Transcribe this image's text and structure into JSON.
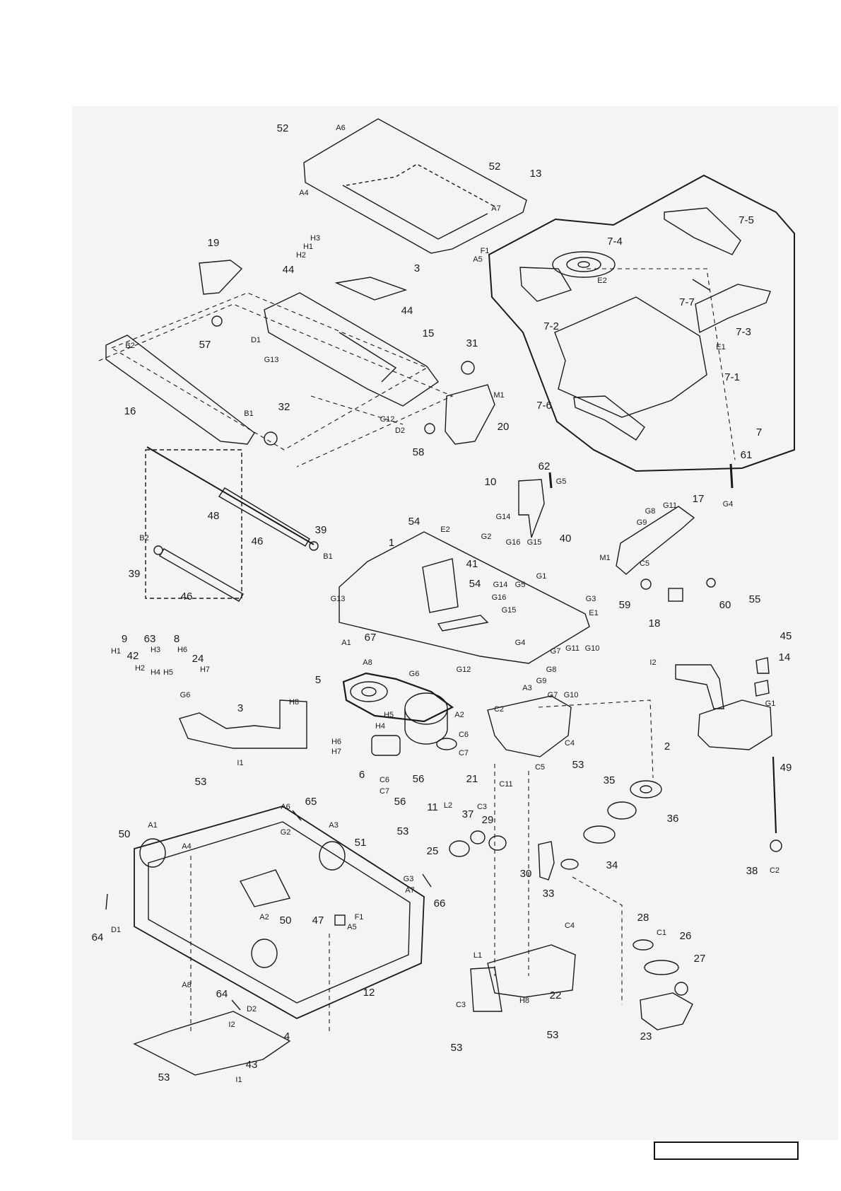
{
  "callouts": [
    {
      "id": "c-52a",
      "label": "52"
    },
    {
      "id": "c-52b",
      "label": "52"
    },
    {
      "id": "c-13",
      "label": "13"
    },
    {
      "id": "c-19",
      "label": "19"
    },
    {
      "id": "c-44a",
      "label": "44"
    },
    {
      "id": "c-44b",
      "label": "44"
    },
    {
      "id": "c-3a",
      "label": "3"
    },
    {
      "id": "c-15",
      "label": "15"
    },
    {
      "id": "c-57",
      "label": "57"
    },
    {
      "id": "c-31",
      "label": "31"
    },
    {
      "id": "c-16",
      "label": "16"
    },
    {
      "id": "c-32",
      "label": "32"
    },
    {
      "id": "c-20",
      "label": "20"
    },
    {
      "id": "c-58",
      "label": "58"
    },
    {
      "id": "c-7-4",
      "label": "7-4"
    },
    {
      "id": "c-7-5",
      "label": "7-5"
    },
    {
      "id": "c-7-7",
      "label": "7-7"
    },
    {
      "id": "c-7-2",
      "label": "7-2"
    },
    {
      "id": "c-7-3",
      "label": "7-3"
    },
    {
      "id": "c-7-1",
      "label": "7-1"
    },
    {
      "id": "c-7-6",
      "label": "7-6"
    },
    {
      "id": "c-7",
      "label": "7"
    },
    {
      "id": "c-61",
      "label": "61"
    },
    {
      "id": "c-62",
      "label": "62"
    },
    {
      "id": "c-10",
      "label": "10"
    },
    {
      "id": "c-48",
      "label": "48"
    },
    {
      "id": "c-46a",
      "label": "46"
    },
    {
      "id": "c-39a",
      "label": "39"
    },
    {
      "id": "c-39b",
      "label": "39"
    },
    {
      "id": "c-46b",
      "label": "46"
    },
    {
      "id": "c-54a",
      "label": "54"
    },
    {
      "id": "c-1",
      "label": "1"
    },
    {
      "id": "c-40",
      "label": "40"
    },
    {
      "id": "c-41",
      "label": "41"
    },
    {
      "id": "c-54b",
      "label": "54"
    },
    {
      "id": "c-17",
      "label": "17"
    },
    {
      "id": "c-59",
      "label": "59"
    },
    {
      "id": "c-18",
      "label": "18"
    },
    {
      "id": "c-60",
      "label": "60"
    },
    {
      "id": "c-55",
      "label": "55"
    },
    {
      "id": "c-45",
      "label": "45"
    },
    {
      "id": "c-14",
      "label": "14"
    },
    {
      "id": "c-9",
      "label": "9"
    },
    {
      "id": "c-63",
      "label": "63"
    },
    {
      "id": "c-8",
      "label": "8"
    },
    {
      "id": "c-42",
      "label": "42"
    },
    {
      "id": "c-24",
      "label": "24"
    },
    {
      "id": "c-67",
      "label": "67"
    },
    {
      "id": "c-3b",
      "label": "3"
    },
    {
      "id": "c-5",
      "label": "5"
    },
    {
      "id": "c-53a",
      "label": "53"
    },
    {
      "id": "c-6",
      "label": "6"
    },
    {
      "id": "c-56a",
      "label": "56"
    },
    {
      "id": "c-56b",
      "label": "56"
    },
    {
      "id": "c-11",
      "label": "11"
    },
    {
      "id": "c-21",
      "label": "21"
    },
    {
      "id": "c-53b",
      "label": "53"
    },
    {
      "id": "c-53c",
      "label": "53"
    },
    {
      "id": "c-2",
      "label": "2"
    },
    {
      "id": "c-49",
      "label": "49"
    },
    {
      "id": "c-35",
      "label": "35"
    },
    {
      "id": "c-36",
      "label": "36"
    },
    {
      "id": "c-37",
      "label": "37"
    },
    {
      "id": "c-29",
      "label": "29"
    },
    {
      "id": "c-25",
      "label": "25"
    },
    {
      "id": "c-30",
      "label": "30"
    },
    {
      "id": "c-34",
      "label": "34"
    },
    {
      "id": "c-33",
      "label": "33"
    },
    {
      "id": "c-38",
      "label": "38"
    },
    {
      "id": "c-65",
      "label": "65"
    },
    {
      "id": "c-50a",
      "label": "50"
    },
    {
      "id": "c-51",
      "label": "51"
    },
    {
      "id": "c-66",
      "label": "66"
    },
    {
      "id": "c-47",
      "label": "47"
    },
    {
      "id": "c-64a",
      "label": "64"
    },
    {
      "id": "c-50b",
      "label": "50"
    },
    {
      "id": "c-12",
      "label": "12"
    },
    {
      "id": "c-64b",
      "label": "64"
    },
    {
      "id": "c-4",
      "label": "4"
    },
    {
      "id": "c-43",
      "label": "43"
    },
    {
      "id": "c-53d",
      "label": "53"
    },
    {
      "id": "c-22",
      "label": "22"
    },
    {
      "id": "c-53e",
      "label": "53"
    },
    {
      "id": "c-53f",
      "label": "53"
    },
    {
      "id": "c-28",
      "label": "28"
    },
    {
      "id": "c-26",
      "label": "26"
    },
    {
      "id": "c-27",
      "label": "27"
    },
    {
      "id": "c-23",
      "label": "23"
    }
  ],
  "refs": [
    {
      "id": "r-A6a",
      "label": "A6"
    },
    {
      "id": "r-A4a",
      "label": "A4"
    },
    {
      "id": "r-A7a",
      "label": "A7"
    },
    {
      "id": "r-F1a",
      "label": "F1"
    },
    {
      "id": "r-A5a",
      "label": "A5"
    },
    {
      "id": "r-H3a",
      "label": "H3"
    },
    {
      "id": "r-H1a",
      "label": "H1"
    },
    {
      "id": "r-H2a",
      "label": "H2"
    },
    {
      "id": "r-D1a",
      "label": "D1"
    },
    {
      "id": "r-G13a",
      "label": "G13"
    },
    {
      "id": "r-B2a",
      "label": "B2"
    },
    {
      "id": "r-B1a",
      "label": "B1"
    },
    {
      "id": "r-G12a",
      "label": "G12"
    },
    {
      "id": "r-D2a",
      "label": "D2"
    },
    {
      "id": "r-M1a",
      "label": "M1"
    },
    {
      "id": "r-E2a",
      "label": "E2"
    },
    {
      "id": "r-E1a",
      "label": "E1"
    },
    {
      "id": "r-G4a",
      "label": "G4"
    },
    {
      "id": "r-G5a",
      "label": "G5"
    },
    {
      "id": "r-G14a",
      "label": "G14"
    },
    {
      "id": "r-G16a",
      "label": "G16"
    },
    {
      "id": "r-G15a",
      "label": "G15"
    },
    {
      "id": "r-B2b",
      "label": "B2"
    },
    {
      "id": "r-B1b",
      "label": "B1"
    },
    {
      "id": "r-E2b",
      "label": "E2"
    },
    {
      "id": "r-G2a",
      "label": "G2"
    },
    {
      "id": "r-G1a",
      "label": "G1"
    },
    {
      "id": "r-G14b",
      "label": "G14"
    },
    {
      "id": "r-G5b",
      "label": "G5"
    },
    {
      "id": "r-G16b",
      "label": "G16"
    },
    {
      "id": "r-G15b",
      "label": "G15"
    },
    {
      "id": "r-G3a",
      "label": "G3"
    },
    {
      "id": "r-E1b",
      "label": "E1"
    },
    {
      "id": "r-G13b",
      "label": "G13"
    },
    {
      "id": "r-A1a",
      "label": "A1"
    },
    {
      "id": "r-G4b",
      "label": "G4"
    },
    {
      "id": "r-G7a",
      "label": "G7"
    },
    {
      "id": "r-G11a",
      "label": "G11"
    },
    {
      "id": "r-G10a",
      "label": "G10"
    },
    {
      "id": "r-G8a",
      "label": "G8"
    },
    {
      "id": "r-G9a",
      "label": "G9"
    },
    {
      "id": "r-A3a",
      "label": "A3"
    },
    {
      "id": "r-A8a",
      "label": "A8"
    },
    {
      "id": "r-G6a",
      "label": "G6"
    },
    {
      "id": "r-G12b",
      "label": "G12"
    },
    {
      "id": "r-G8b",
      "label": "G8"
    },
    {
      "id": "r-G11b",
      "label": "G11"
    },
    {
      "id": "r-G9b",
      "label": "G9"
    },
    {
      "id": "r-M1b",
      "label": "M1"
    },
    {
      "id": "r-C5a",
      "label": "C5"
    },
    {
      "id": "r-H1b",
      "label": "H1"
    },
    {
      "id": "r-H3b",
      "label": "H3"
    },
    {
      "id": "r-H6a",
      "label": "H6"
    },
    {
      "id": "r-H2b",
      "label": "H2"
    },
    {
      "id": "r-H4a",
      "label": "H4"
    },
    {
      "id": "r-H5a",
      "label": "H5"
    },
    {
      "id": "r-H7a",
      "label": "H7"
    },
    {
      "id": "r-G6b",
      "label": "G6"
    },
    {
      "id": "r-H8a",
      "label": "H8"
    },
    {
      "id": "r-I1a",
      "label": "I1"
    },
    {
      "id": "r-H5b",
      "label": "H5"
    },
    {
      "id": "r-H4b",
      "label": "H4"
    },
    {
      "id": "r-A2a",
      "label": "A2"
    },
    {
      "id": "r-H6b",
      "label": "H6"
    },
    {
      "id": "r-H7b",
      "label": "H7"
    },
    {
      "id": "r-C6a",
      "label": "C6"
    },
    {
      "id": "r-C7a",
      "label": "C7"
    },
    {
      "id": "r-C2a",
      "label": "C2"
    },
    {
      "id": "r-G7b",
      "label": "G7"
    },
    {
      "id": "r-G10b",
      "label": "G10"
    },
    {
      "id": "r-C4a",
      "label": "C4"
    },
    {
      "id": "r-C5b",
      "label": "C5"
    },
    {
      "id": "r-C11a",
      "label": "C11"
    },
    {
      "id": "r-C6b",
      "label": "C6"
    },
    {
      "id": "r-C7b",
      "label": "C7"
    },
    {
      "id": "r-L2a",
      "label": "L2"
    },
    {
      "id": "r-C3a",
      "label": "C3"
    },
    {
      "id": "r-I2a",
      "label": "I2"
    },
    {
      "id": "r-G1b",
      "label": "G1"
    },
    {
      "id": "r-C2b",
      "label": "C2"
    },
    {
      "id": "r-A1b",
      "label": "A1"
    },
    {
      "id": "r-A4b",
      "label": "A4"
    },
    {
      "id": "r-A6b",
      "label": "A6"
    },
    {
      "id": "r-G2b",
      "label": "G2"
    },
    {
      "id": "r-A3b",
      "label": "A3"
    },
    {
      "id": "r-G3b",
      "label": "G3"
    },
    {
      "id": "r-A7b",
      "label": "A7"
    },
    {
      "id": "r-D1b",
      "label": "D1"
    },
    {
      "id": "r-F1b",
      "label": "F1"
    },
    {
      "id": "r-A5b",
      "label": "A5"
    },
    {
      "id": "r-A2b",
      "label": "A2"
    },
    {
      "id": "r-A8b",
      "label": "A8"
    },
    {
      "id": "r-D2b",
      "label": "D2"
    },
    {
      "id": "r-I2b",
      "label": "I2"
    },
    {
      "id": "r-I1b",
      "label": "I1"
    },
    {
      "id": "r-L1a",
      "label": "L1"
    },
    {
      "id": "r-C3b",
      "label": "C3"
    },
    {
      "id": "r-H8b",
      "label": "H8"
    },
    {
      "id": "r-C4b",
      "label": "C4"
    },
    {
      "id": "r-C1a",
      "label": "C1"
    }
  ],
  "page_box": {
    "text": ""
  }
}
